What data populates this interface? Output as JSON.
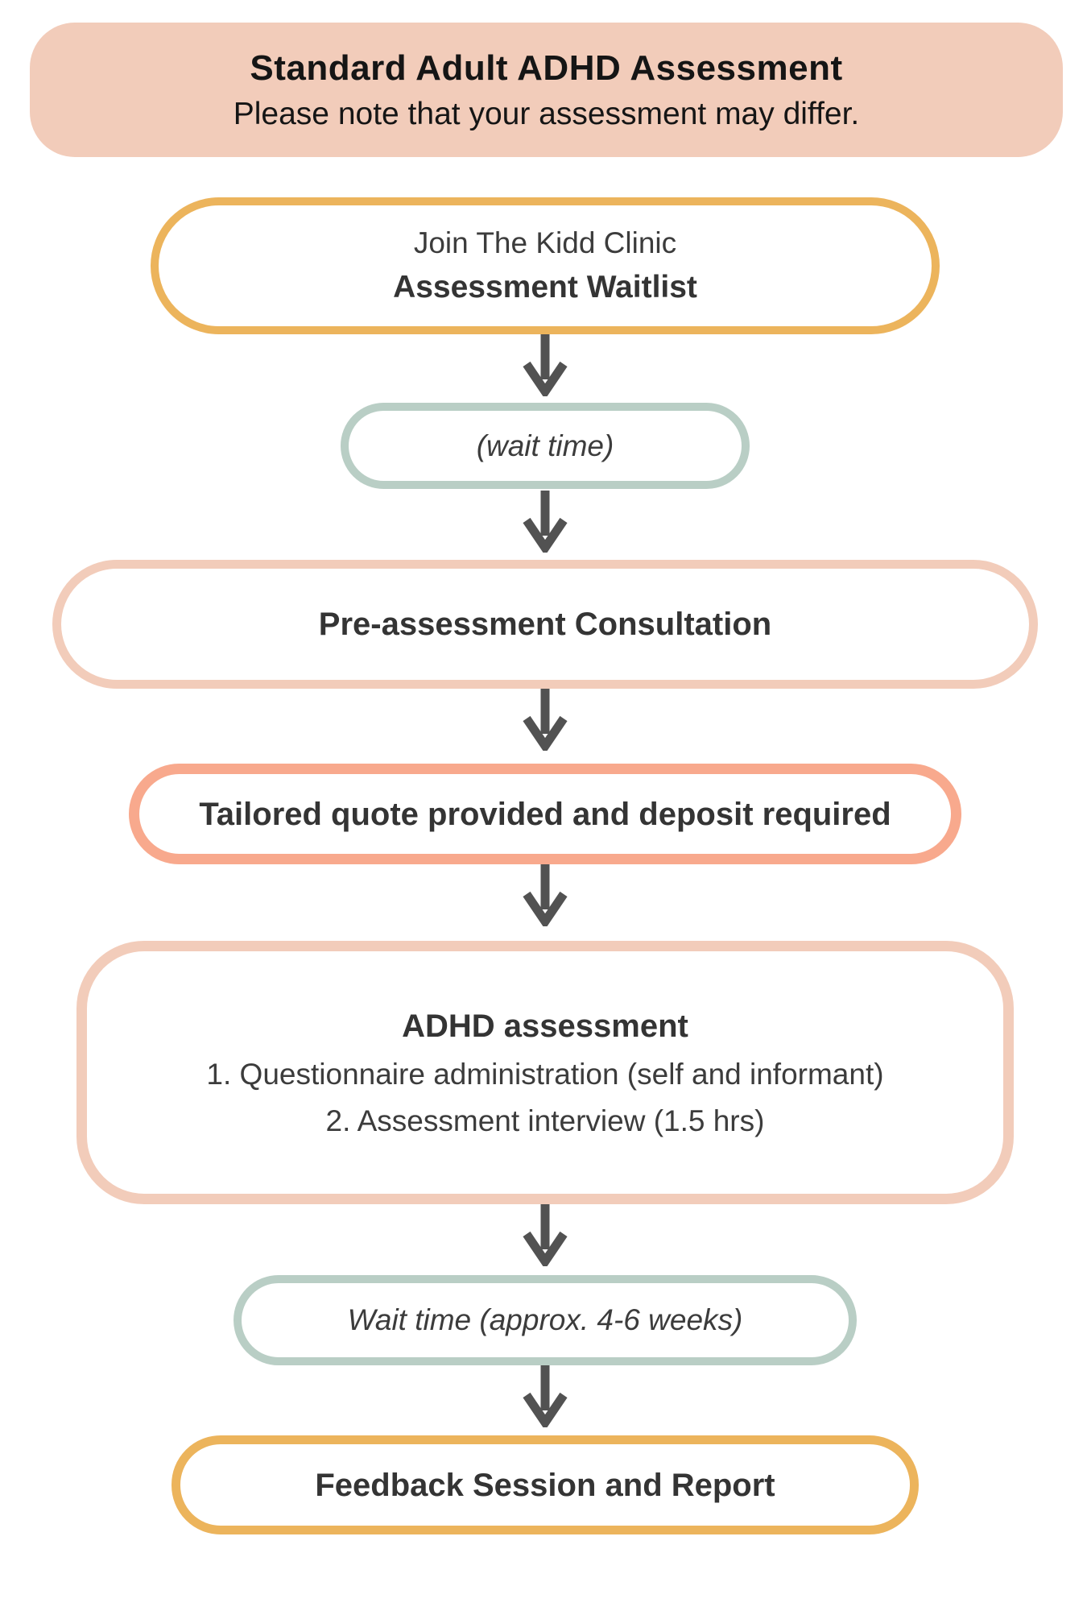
{
  "header": {
    "title": "Standard Adult ADHD Assessment",
    "subtitle": "Please note that your assessment may differ."
  },
  "steps": {
    "waitlist": {
      "line1": "Join The Kidd Clinic",
      "line2": "Assessment Waitlist"
    },
    "wait1": {
      "label": "(wait time)"
    },
    "consultation": {
      "label": "Pre-assessment Consultation"
    },
    "quote": {
      "label": "Tailored quote provided and deposit required"
    },
    "assessment": {
      "title": "ADHD assessment",
      "item1": "1. Questionnaire administration (self and informant)",
      "item2": "2. Assessment interview (1.5 hrs)"
    },
    "wait2": {
      "label": "Wait time (approx. 4-6 weeks)"
    },
    "feedback": {
      "label": "Feedback Session and Report"
    }
  },
  "icons": {
    "arrow": "down-arrow"
  },
  "colors": {
    "header_bg": "#f2ccba",
    "gold": "#ecb45c",
    "sage": "#b9cec5",
    "peach": "#f2ccba",
    "salmon": "#f8a98d",
    "arrow": "#525252",
    "title_text": "#151515",
    "text_dark": "#343434",
    "text_regular": "#3c3c3c"
  }
}
